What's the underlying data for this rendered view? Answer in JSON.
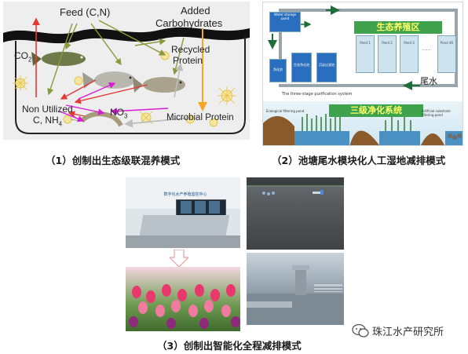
{
  "panel1": {
    "labels": {
      "feed": "Feed (C,N)",
      "added_carbo_line1": "Added",
      "added_carbo_line2": "Carbohydrates",
      "recycled_line1": "Recycled",
      "recycled_line2": "Protein",
      "co2": "CO",
      "co2_sub": "2",
      "non_utilized_line1": "Non Utilized",
      "non_utilized_line2": "C, NH",
      "non_utilized_sub": "4",
      "no3": "NO",
      "no3_sub": "3",
      "microbial": "Microbial Protein"
    },
    "caption": "（1）创制出生态级联混养模式"
  },
  "panel2": {
    "labels": {
      "water_storage_pond": "Water storage pond",
      "culture_zone": "生态养殖区",
      "ponds": [
        "Pond 1",
        "Pond 2",
        "Pond 3",
        "......",
        "Pond 46"
      ],
      "tail_water": "尾水",
      "purification_caption": "The three-stage purification system",
      "purification_zone": "三级净化系统",
      "stage_left": "Ecological filtering pond",
      "stage_right": "Artificial substrate filtering pond",
      "small_box_labels": [
        "净化池",
        "生态净化池",
        "沉淀过滤池"
      ]
    },
    "caption": "（2）池塘尾水模块化人工湿地减排模式"
  },
  "panel3": {
    "control_room_banner": "数字化水产养殖监控中心",
    "caption": "（3）创制出智能化全程减排模式"
  },
  "watermark": {
    "text": "珠江水产研究所"
  },
  "colors": {
    "red_arrow": "#e53935",
    "magenta_arrow": "#d81bd8",
    "olive_arrow": "#8a9a3a",
    "orange_arrow": "#f5a623",
    "gray_arrow": "#bdbdbd",
    "zone_green": "#3fa34d",
    "zone_label": "#ffff66",
    "pipe_blue": "#2a6fbf"
  }
}
